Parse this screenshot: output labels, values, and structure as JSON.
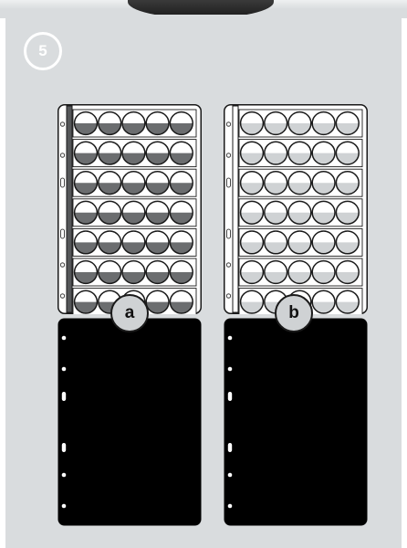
{
  "step": {
    "number": "5"
  },
  "variants": [
    {
      "label": "a",
      "pocket_fill": "#6b6d6f",
      "pocket_bg": "#ffffff",
      "sheet_bg": "#ffffff",
      "strip": "#555759"
    },
    {
      "label": "b",
      "pocket_fill": "#cfd2d4",
      "pocket_bg": "#ffffff",
      "sheet_bg": "#ffffff",
      "strip": "#ffffff"
    }
  ],
  "colors": {
    "background": "#d9dcde",
    "outline": "#1a1a1a",
    "interleaf": "#000000"
  },
  "grid": {
    "rows": 7,
    "columns": 5
  }
}
